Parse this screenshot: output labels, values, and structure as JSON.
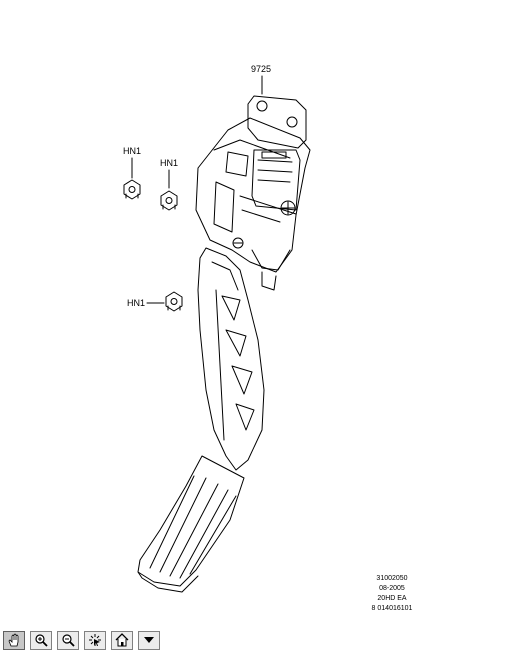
{
  "drawing": {
    "callouts": {
      "part_9725": "9725",
      "hn1_a": "HN1",
      "hn1_b": "HN1",
      "hn1_c": "HN1"
    },
    "reference": {
      "line1": "31002050",
      "line2": "08-2005",
      "line3": "20HD EA",
      "line4": "8 014016101"
    }
  },
  "toolbar": {
    "buttons": [
      {
        "id": "pan",
        "icon": "pan-hand-icon",
        "active": true
      },
      {
        "id": "zoom-in",
        "icon": "zoom-in-icon",
        "active": false
      },
      {
        "id": "zoom-out",
        "icon": "zoom-out-icon",
        "active": false
      },
      {
        "id": "select",
        "icon": "select-cursor-icon",
        "active": false
      },
      {
        "id": "home",
        "icon": "home-icon",
        "active": false
      },
      {
        "id": "menu",
        "icon": "dropdown-arrow-icon",
        "active": false
      }
    ]
  }
}
